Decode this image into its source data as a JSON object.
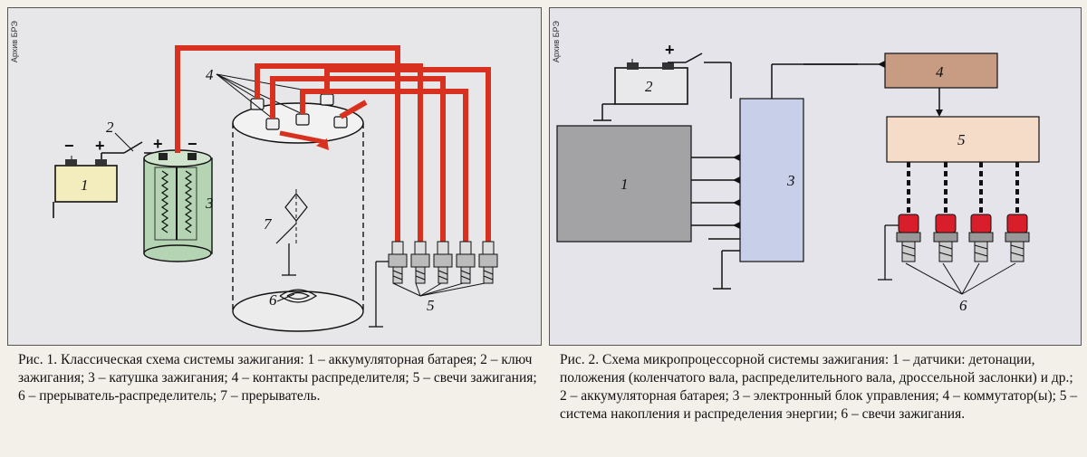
{
  "archive_label": "Архив БРЭ",
  "fig1": {
    "labels": {
      "n1": "1",
      "n2": "2",
      "n3": "3",
      "n4": "4",
      "n5": "5",
      "n6": "6",
      "n7": "7",
      "minus": "−",
      "plus": "+"
    },
    "caption": "Рис. 1. Классическая схема системы зажигания: 1 – аккумуляторная батарея; 2 – ключ зажигания; 3 – катушка зажигания; 4 – контакты распределителя; 5 – свечи зажигания; 6 – прерыватель-распределитель; 7 – прерыватель."
  },
  "fig2": {
    "labels": {
      "n1": "1",
      "n2": "2",
      "n3": "3",
      "n4": "4",
      "n5": "5",
      "n6": "6",
      "plus": "+"
    },
    "caption": "Рис. 2. Схема микропроцессорной системы зажигания: 1 – датчики: детонации, положения (коленчатого вала, распределительного вала, дроссельной заслонки) и др.; 2 – аккумуляторная батарея; 3 – электронный блок управления; 4 – коммутатор(ы); 5 – система накопления и распределения энергии; 6 – свечи зажигания."
  },
  "colors": {
    "wire_red": "#d8311f",
    "coil_green": "#b5d4b3",
    "battery_yellow": "#f3edbd",
    "ecu_blue": "#c7d0e8",
    "sensor_gray": "#a3a3a5",
    "commutator_brown": "#c79c83",
    "storage_peach": "#f4dcc9",
    "spark_red": "#d81e2a"
  }
}
